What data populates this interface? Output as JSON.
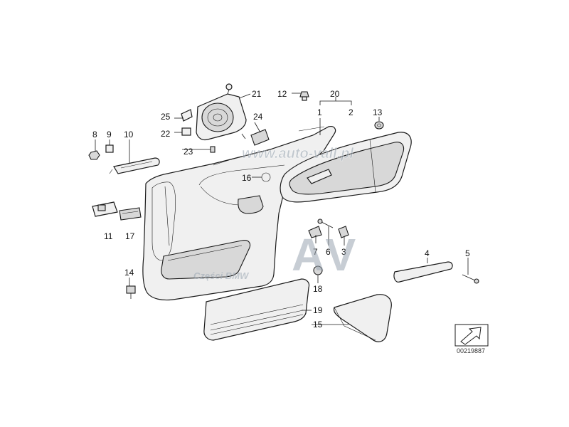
{
  "diagram": {
    "labels": [
      {
        "id": "21",
        "text": "21"
      },
      {
        "id": "12",
        "text": "12"
      },
      {
        "id": "20",
        "text": "20"
      },
      {
        "id": "1",
        "text": "1"
      },
      {
        "id": "2",
        "text": "2"
      },
      {
        "id": "13",
        "text": "13"
      },
      {
        "id": "25",
        "text": "25"
      },
      {
        "id": "24",
        "text": "24"
      },
      {
        "id": "8",
        "text": "8"
      },
      {
        "id": "9",
        "text": "9"
      },
      {
        "id": "10",
        "text": "10"
      },
      {
        "id": "22",
        "text": "22"
      },
      {
        "id": "23",
        "text": "23"
      },
      {
        "id": "16",
        "text": "16"
      },
      {
        "id": "11",
        "text": "11"
      },
      {
        "id": "17",
        "text": "17"
      },
      {
        "id": "7",
        "text": "7"
      },
      {
        "id": "6",
        "text": "6"
      },
      {
        "id": "3",
        "text": "3"
      },
      {
        "id": "4",
        "text": "4"
      },
      {
        "id": "5",
        "text": "5"
      },
      {
        "id": "14",
        "text": "14"
      },
      {
        "id": "18",
        "text": "18"
      },
      {
        "id": "19",
        "text": "19"
      },
      {
        "id": "15",
        "text": "15"
      }
    ],
    "watermark_url": "www.auto-vall.pl",
    "watermark_logo": "AV",
    "watermark_caption": "Części BMW",
    "diagram_code": "00219887",
    "watermark_color": "#9aa6b2"
  }
}
